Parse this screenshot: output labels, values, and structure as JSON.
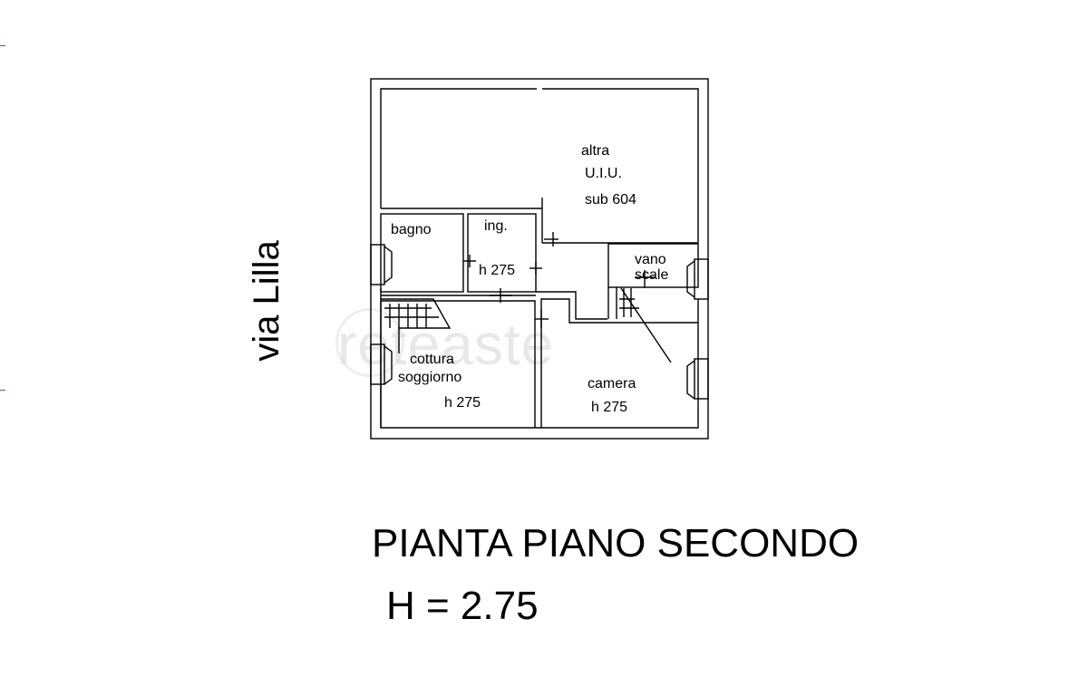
{
  "street_label": "via Lilla",
  "rooms": {
    "other_unit": {
      "line1": "altra",
      "line2": "U.I.U.",
      "line3": "sub 604"
    },
    "bathroom": {
      "name": "bagno"
    },
    "entrance": {
      "name": "ing.",
      "height": "h 275"
    },
    "stairwell": {
      "line1": "vano",
      "line2": "scale"
    },
    "kitchen_living": {
      "line1": "cottura",
      "line2": "soggiorno",
      "height": "h 275"
    },
    "bedroom": {
      "name": "camera",
      "height": "h 275"
    }
  },
  "plan_title": "PIANTA PIANO SECONDO",
  "plan_height": "H = 2.75",
  "watermark": "reteaste"
}
